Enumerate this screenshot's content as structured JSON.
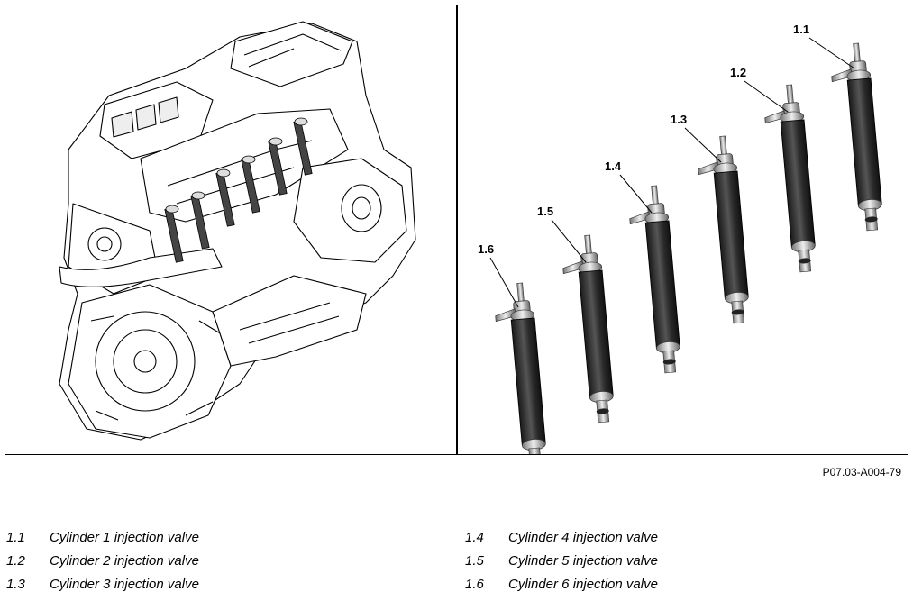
{
  "figure_ref": "P07.03-A004-79",
  "callouts": [
    "1.1",
    "1.2",
    "1.3",
    "1.4",
    "1.5",
    "1.6"
  ],
  "legend": [
    {
      "num": "1.1",
      "text": "Cylinder 1 injection valve"
    },
    {
      "num": "1.2",
      "text": "Cylinder 2 injection valve"
    },
    {
      "num": "1.3",
      "text": "Cylinder 3 injection valve"
    },
    {
      "num": "1.4",
      "text": "Cylinder 4 injection valve"
    },
    {
      "num": "1.5",
      "text": "Cylinder 5 injection valve"
    },
    {
      "num": "1.6",
      "text": "Cylinder 6 injection valve"
    }
  ]
}
